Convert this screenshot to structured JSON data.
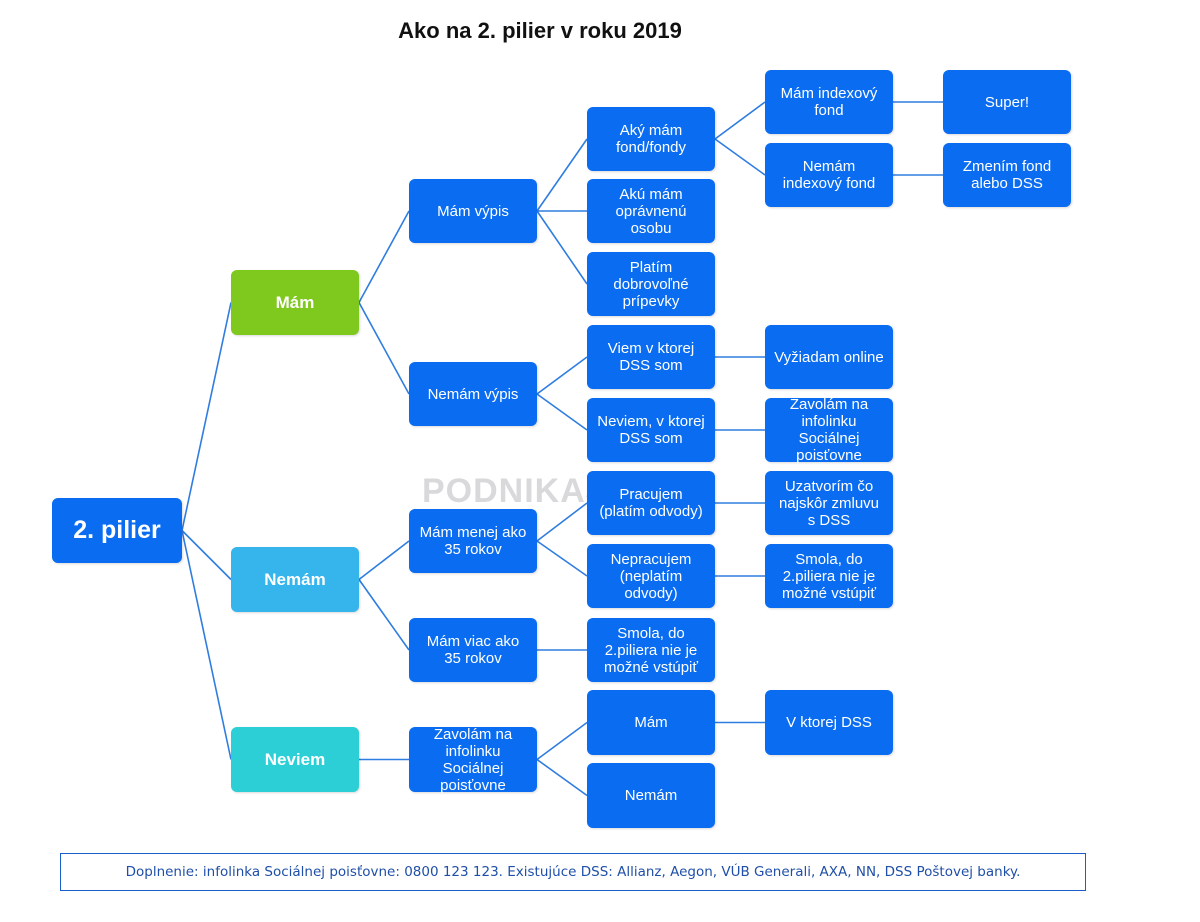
{
  "title": "Ako na 2. pilier v roku 2019",
  "watermark": "PODNIKAJTE.SK",
  "footnote": "Doplnenie: infolinka Sociálnej poisťovne: 0800 123 123. Existujúce DSS: Allianz, Aegon, VÚB Generali, AXA, NN, DSS Poštovej banky.",
  "colors": {
    "node_blue": "#0a6cf0",
    "mam_green": "#7fc81e",
    "nemam_blue": "#36b4ec",
    "neviem_cyan": "#2ccfd6",
    "edge": "#2f7de1",
    "title": "#111111"
  },
  "nodes": {
    "root": "2. pilier",
    "mam": "Mám",
    "nemam": "Nemám",
    "neviem": "Neviem",
    "mam_vypis": "Mám výpis",
    "nemam_vypis": "Nemám výpis",
    "mam_menej": "Mám menej ako\n35 rokov",
    "mam_viac": "Mám viac ako\n35 rokov",
    "zavolam1": "Zavolám na\ninfolinku\nSociálnej\npoisťovne",
    "aky_fond": "Aký mám\nfond/fondy",
    "opravnena": "Akú mám\noprávnenú\nosobu",
    "platim": "Platím\ndobrovoľné\nprípevky",
    "viem_dss": "Viem v ktorej\nDSS som",
    "neviem_dss": "Neviem, v ktorej\nDSS som",
    "pracujem": "Pracujem\n(platím odvody)",
    "nepracujem": "Nepracujem\n(neplatím\nodvody)",
    "smola1": "Smola, do\n2.piliera  nie je\nmožné vstúpiť",
    "mam2": "Mám",
    "nemam2": "Nemám",
    "mam_index": "Mám indexový\nfond",
    "nemam_index": "Nemám\nindexový fond",
    "vyziadam": "Vyžiadam online",
    "zavolam2": "Zavolám na\ninfolinku\nSociálnej\npoisťovne",
    "uzatvorim": "Uzatvorím čo\nnajskôr zmluvu\ns DSS",
    "smola2": "Smola, do\n2.piliera nie je\nmožné vstúpiť",
    "v_ktorej": "V ktorej DSS",
    "super": "Super!",
    "zmenim": "Zmením fond\nalebo DSS"
  },
  "edges": [
    [
      "root",
      "mam"
    ],
    [
      "root",
      "nemam"
    ],
    [
      "root",
      "neviem"
    ],
    [
      "mam",
      "mam_vypis"
    ],
    [
      "mam",
      "nemam_vypis"
    ],
    [
      "nemam",
      "mam_menej"
    ],
    [
      "nemam",
      "mam_viac"
    ],
    [
      "neviem",
      "zavolam1"
    ],
    [
      "mam_vypis",
      "aky_fond"
    ],
    [
      "mam_vypis",
      "opravnena"
    ],
    [
      "mam_vypis",
      "platim"
    ],
    [
      "nemam_vypis",
      "viem_dss"
    ],
    [
      "nemam_vypis",
      "neviem_dss"
    ],
    [
      "mam_menej",
      "pracujem"
    ],
    [
      "mam_menej",
      "nepracujem"
    ],
    [
      "mam_viac",
      "smola1"
    ],
    [
      "zavolam1",
      "mam2"
    ],
    [
      "zavolam1",
      "nemam2"
    ],
    [
      "aky_fond",
      "mam_index"
    ],
    [
      "aky_fond",
      "nemam_index"
    ],
    [
      "viem_dss",
      "vyziadam"
    ],
    [
      "neviem_dss",
      "zavolam2"
    ],
    [
      "pracujem",
      "uzatvorim"
    ],
    [
      "nepracujem",
      "smola2"
    ],
    [
      "mam2",
      "v_ktorej"
    ],
    [
      "mam_index",
      "super"
    ],
    [
      "nemam_index",
      "zmenim"
    ]
  ]
}
